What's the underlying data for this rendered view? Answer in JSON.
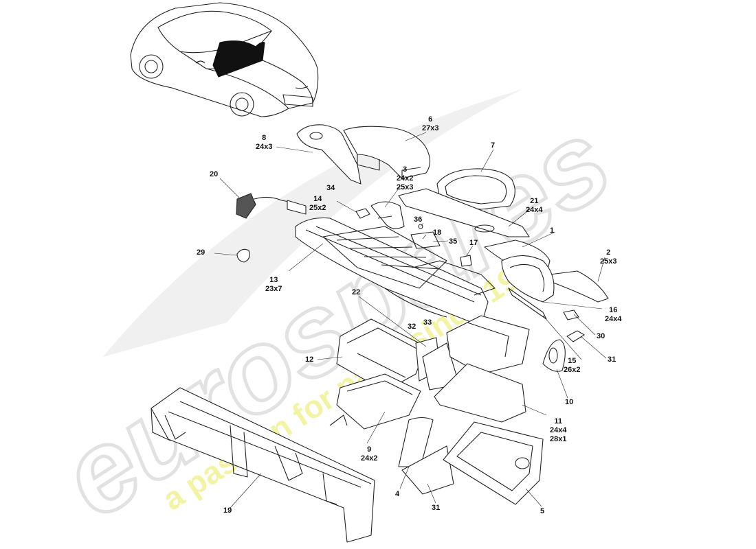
{
  "watermark": {
    "brand": "eurospares",
    "tagline": "a passion for parts since 1985",
    "brand_color": "#e6e6e6",
    "tagline_color": "#f2f28a"
  },
  "labels": [
    {
      "id": "p1",
      "num": "1",
      "qty": []
    },
    {
      "id": "p2",
      "num": "2",
      "qty": [
        "25x3"
      ]
    },
    {
      "id": "p3",
      "num": "3",
      "qty": [
        "24x2",
        "25x3"
      ]
    },
    {
      "id": "p4",
      "num": "4",
      "qty": []
    },
    {
      "id": "p5",
      "num": "5",
      "qty": []
    },
    {
      "id": "p6",
      "num": "6",
      "qty": [
        "27x3"
      ]
    },
    {
      "id": "p7",
      "num": "7",
      "qty": []
    },
    {
      "id": "p8",
      "num": "8",
      "qty": [
        "24x3"
      ]
    },
    {
      "id": "p9",
      "num": "9",
      "qty": [
        "24x2"
      ]
    },
    {
      "id": "p10",
      "num": "10",
      "qty": []
    },
    {
      "id": "p11",
      "num": "11",
      "qty": [
        "24x4",
        "28x1"
      ]
    },
    {
      "id": "p12",
      "num": "12",
      "qty": []
    },
    {
      "id": "p13",
      "num": "13",
      "qty": [
        "23x7"
      ]
    },
    {
      "id": "p14",
      "num": "14",
      "qty": [
        "25x2"
      ]
    },
    {
      "id": "p15",
      "num": "15",
      "qty": [
        "26x2"
      ]
    },
    {
      "id": "p16",
      "num": "16",
      "qty": [
        "24x4"
      ]
    },
    {
      "id": "p17",
      "num": "17",
      "qty": []
    },
    {
      "id": "p18",
      "num": "18",
      "qty": []
    },
    {
      "id": "p19",
      "num": "19",
      "qty": []
    },
    {
      "id": "p20",
      "num": "20",
      "qty": []
    },
    {
      "id": "p21",
      "num": "21",
      "qty": [
        "24x4"
      ]
    },
    {
      "id": "p22",
      "num": "22",
      "qty": []
    },
    {
      "id": "p29",
      "num": "29",
      "qty": []
    },
    {
      "id": "p30",
      "num": "30",
      "qty": []
    },
    {
      "id": "p31a",
      "num": "31",
      "qty": []
    },
    {
      "id": "p31b",
      "num": "31",
      "qty": []
    },
    {
      "id": "p32",
      "num": "32",
      "qty": []
    },
    {
      "id": "p33",
      "num": "33",
      "qty": []
    },
    {
      "id": "p34",
      "num": "34",
      "qty": []
    },
    {
      "id": "p35",
      "num": "35",
      "qty": []
    },
    {
      "id": "p36",
      "num": "36",
      "qty": []
    }
  ]
}
